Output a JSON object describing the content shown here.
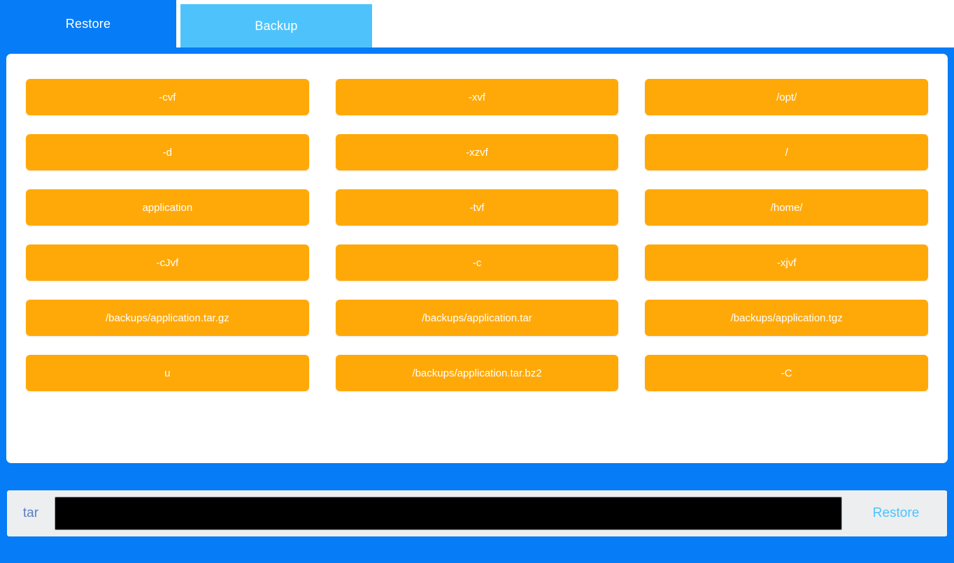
{
  "tabs": [
    {
      "label": "Restore",
      "active": true
    },
    {
      "label": "Backup",
      "active": false
    }
  ],
  "options": [
    "-cvf",
    "-xvf",
    "/opt/",
    "-d",
    "-xzvf",
    "/",
    "application",
    "-tvf",
    "/home/",
    "-cJvf",
    "-c",
    "-xjvf",
    "/backups/application.tar.gz",
    "/backups/application.tar",
    "/backups/application.tgz",
    "u",
    "/backups/application.tar.bz2",
    "-C"
  ],
  "command_bar": {
    "prefix": "tar",
    "input_value": "",
    "input_placeholder": "",
    "submit_label": "Restore"
  },
  "colors": {
    "frame_blue": "#067cf7",
    "tab_inactive_blue": "#4ec3fb",
    "option_orange": "#ffa908",
    "panel_white": "#ffffff",
    "command_bar_grey": "#eceef0",
    "prefix_text": "#5b7fc4",
    "submit_text": "#4ec3fb",
    "input_black": "#000000"
  }
}
